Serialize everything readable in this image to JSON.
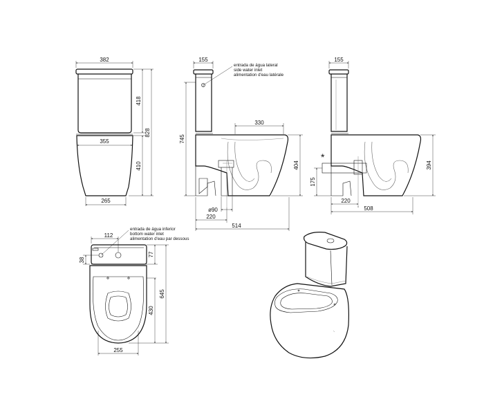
{
  "front_view": {
    "dims": {
      "tank_width": "382",
      "bowl_width": "355",
      "base_width": "265",
      "tank_height": "418",
      "total_height": "828",
      "seat_height": "410"
    }
  },
  "side_view_left": {
    "dims": {
      "tank_depth": "155",
      "bowl_length": "330",
      "total_height": "745",
      "rim_height": "404",
      "pipe_diameter": "ø90",
      "outlet_distance": "220",
      "total_depth": "514"
    },
    "note": {
      "lines": [
        "entrada de água lateral",
        "side water inlet",
        "alimentation d'eau latérale"
      ]
    }
  },
  "side_view_right": {
    "dims": {
      "tank_depth": "155",
      "rim_height": "394",
      "inlet_height": "175",
      "outlet_distance": "220",
      "total_depth": "508"
    },
    "marker": "*"
  },
  "top_view": {
    "dims": {
      "inlet_offset": "112",
      "tank_depth": "38",
      "tank_front": "77",
      "bowl_depth": "430",
      "total_depth": "645",
      "bowl_width": "255"
    },
    "note": {
      "lines": [
        "entrada de água inferior",
        "bottom water inlet",
        "alimentation d'eau par dessous"
      ]
    }
  },
  "colors": {
    "line": "#111111",
    "hidden": "#666666",
    "background": "#ffffff"
  }
}
